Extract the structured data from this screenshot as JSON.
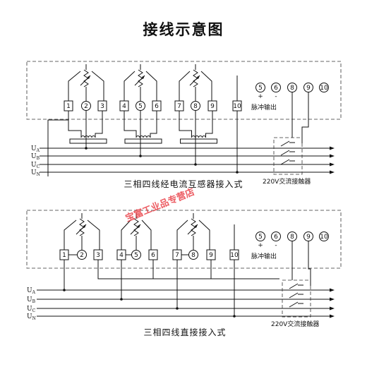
{
  "title": "接线示意图",
  "top_diagram": {
    "terminals": [
      "1",
      "2",
      "3",
      "4",
      "5",
      "6",
      "7",
      "8",
      "9",
      "10"
    ],
    "pulse_terminals": [
      "5",
      "6",
      "8",
      "9",
      "10"
    ],
    "pulse_polarity": [
      "+",
      "-"
    ],
    "pulse_label": "脉冲输出",
    "phases": [
      "UA",
      "UB",
      "UC",
      "UN"
    ],
    "contactor_label": "220V交流接触器",
    "caption": "三相四线经电流互感器接入式"
  },
  "bottom_diagram": {
    "terminals": [
      "1",
      "2",
      "3",
      "4",
      "5",
      "6",
      "7",
      "8",
      "9",
      "10"
    ],
    "pulse_terminals": [
      "5",
      "6",
      "8",
      "9",
      "10"
    ],
    "pulse_polarity": [
      "+",
      "-"
    ],
    "pulse_label": "脉冲输出",
    "phases": [
      "UA",
      "UB",
      "UC",
      "UN"
    ],
    "contactor_label": "220V交流接触器",
    "caption": "三相四线直接接入式"
  },
  "watermark": "宝富工业品专营店"
}
